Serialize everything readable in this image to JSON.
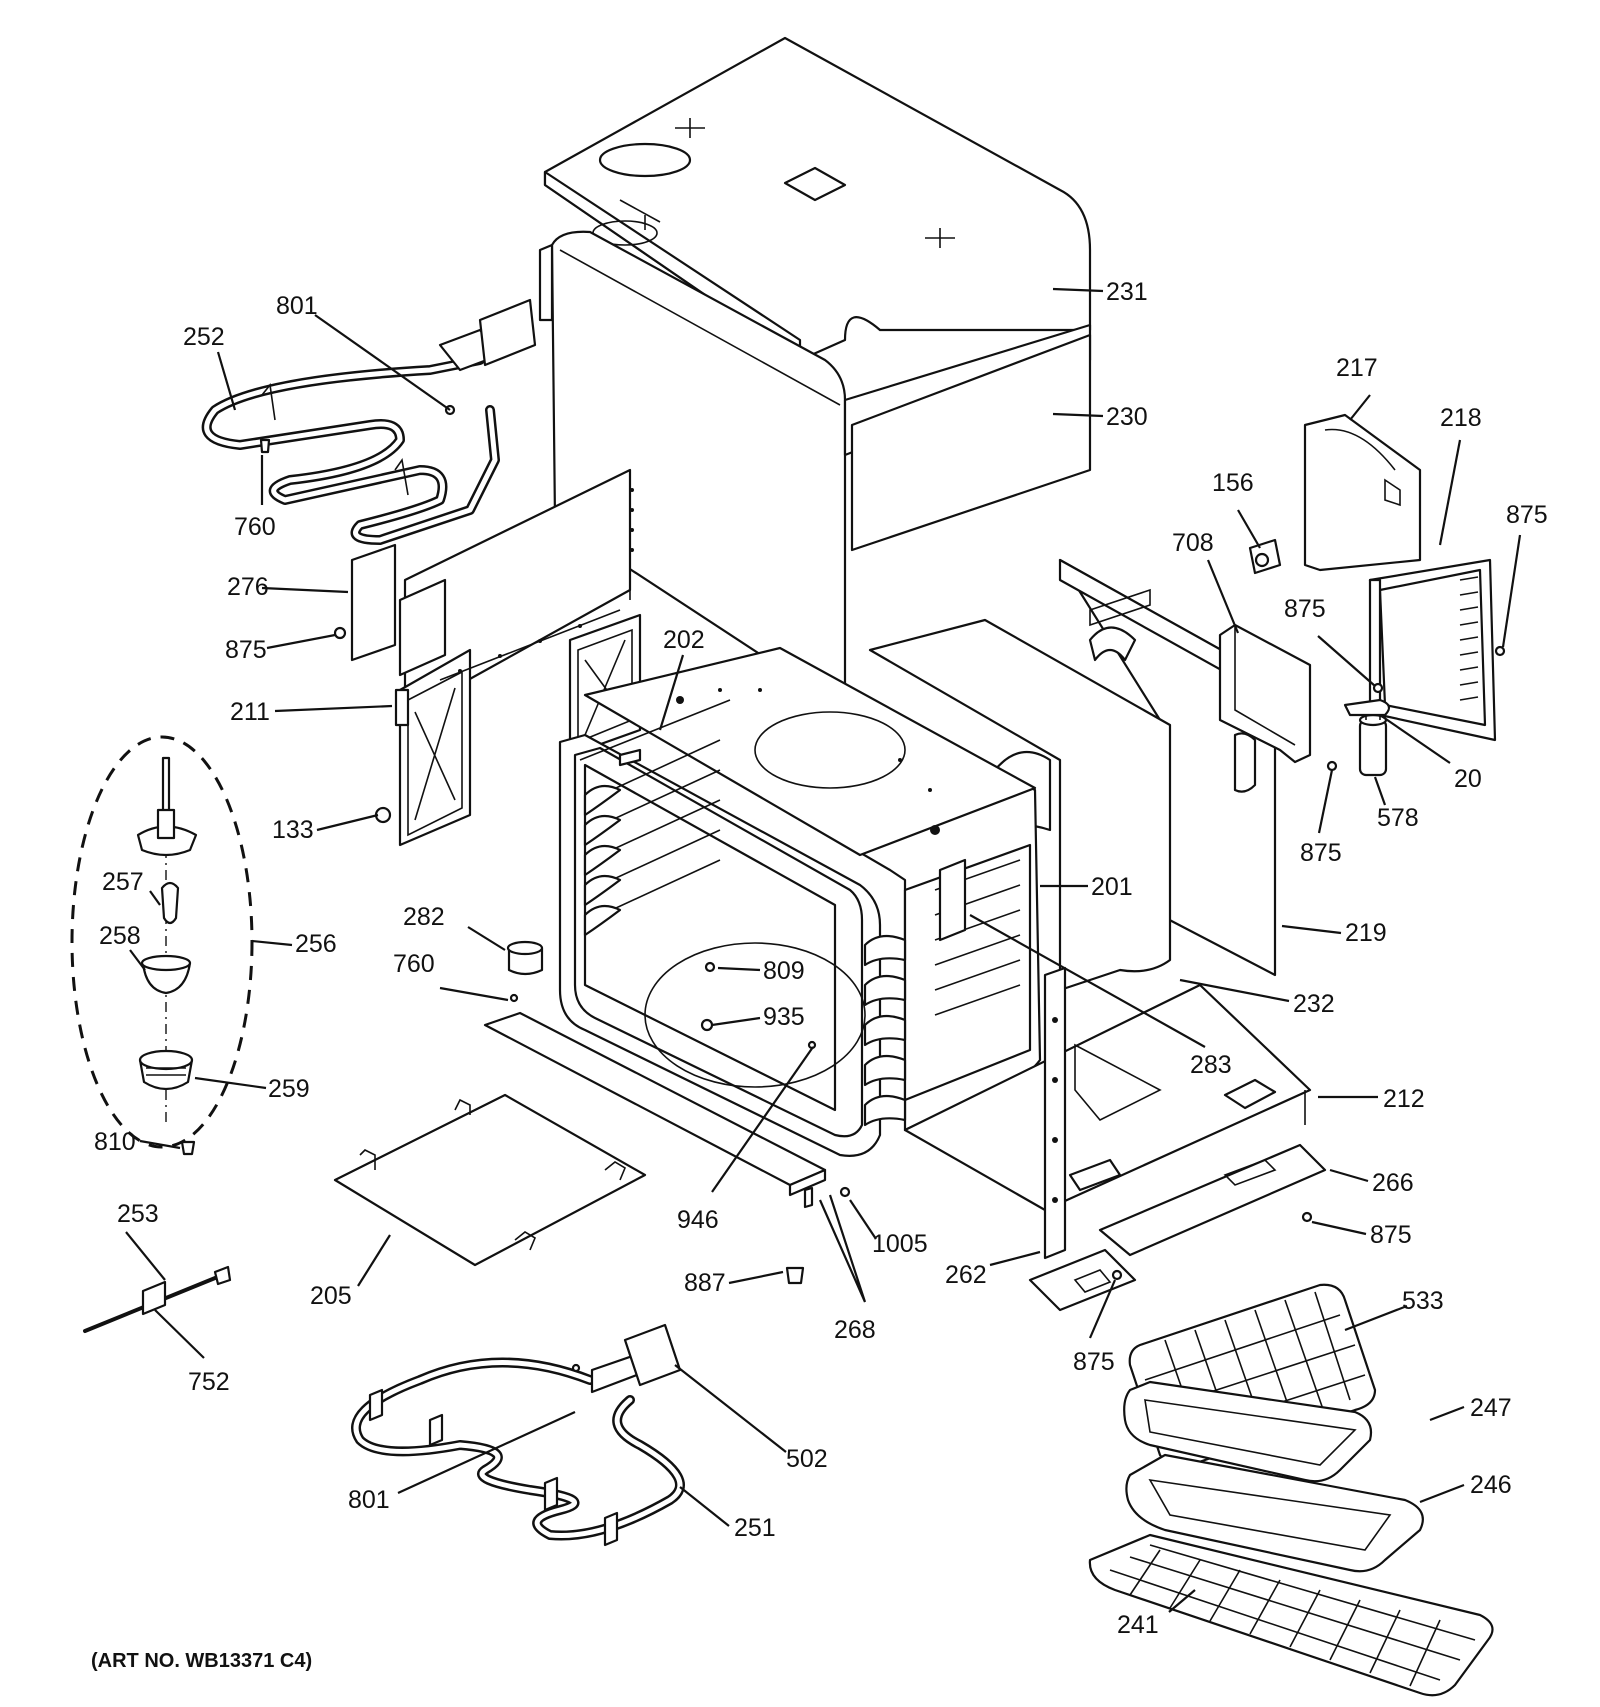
{
  "labels": [
    {
      "id": "l231",
      "text": "231"
    },
    {
      "id": "l230",
      "text": "230"
    },
    {
      "id": "l801a",
      "text": "801"
    },
    {
      "id": "l252",
      "text": "252"
    },
    {
      "id": "l760a",
      "text": "760"
    },
    {
      "id": "l276",
      "text": "276"
    },
    {
      "id": "l875a",
      "text": "875"
    },
    {
      "id": "l211",
      "text": "211"
    },
    {
      "id": "l202",
      "text": "202"
    },
    {
      "id": "l133",
      "text": "133"
    },
    {
      "id": "l257",
      "text": "257"
    },
    {
      "id": "l258",
      "text": "258"
    },
    {
      "id": "l256",
      "text": "256"
    },
    {
      "id": "l259",
      "text": "259"
    },
    {
      "id": "l810",
      "text": "810"
    },
    {
      "id": "l282",
      "text": "282"
    },
    {
      "id": "l760b",
      "text": "760"
    },
    {
      "id": "l809",
      "text": "809"
    },
    {
      "id": "l935",
      "text": "935"
    },
    {
      "id": "l201",
      "text": "201"
    },
    {
      "id": "l156",
      "text": "156"
    },
    {
      "id": "l708",
      "text": "708"
    },
    {
      "id": "l217",
      "text": "217"
    },
    {
      "id": "l218",
      "text": "218"
    },
    {
      "id": "l875b",
      "text": "875"
    },
    {
      "id": "l875c",
      "text": "875"
    },
    {
      "id": "l20",
      "text": "20"
    },
    {
      "id": "l578",
      "text": "578"
    },
    {
      "id": "l875d",
      "text": "875"
    },
    {
      "id": "l219",
      "text": "219"
    },
    {
      "id": "l232",
      "text": "232"
    },
    {
      "id": "l283",
      "text": "283"
    },
    {
      "id": "l212",
      "text": "212"
    },
    {
      "id": "l266",
      "text": "266"
    },
    {
      "id": "l875e",
      "text": "875"
    },
    {
      "id": "l946",
      "text": "946"
    },
    {
      "id": "l1005",
      "text": "1005"
    },
    {
      "id": "l887",
      "text": "887"
    },
    {
      "id": "l268",
      "text": "268"
    },
    {
      "id": "l262",
      "text": "262"
    },
    {
      "id": "l875f",
      "text": "875"
    },
    {
      "id": "l533",
      "text": "533"
    },
    {
      "id": "l247",
      "text": "247"
    },
    {
      "id": "l246",
      "text": "246"
    },
    {
      "id": "l241",
      "text": "241"
    },
    {
      "id": "l253",
      "text": "253"
    },
    {
      "id": "l205",
      "text": "205"
    },
    {
      "id": "l752",
      "text": "752"
    },
    {
      "id": "l502",
      "text": "502"
    },
    {
      "id": "l801b",
      "text": "801"
    },
    {
      "id": "l251",
      "text": "251"
    }
  ],
  "art_number": "(ART NO. WB13371 C4)"
}
